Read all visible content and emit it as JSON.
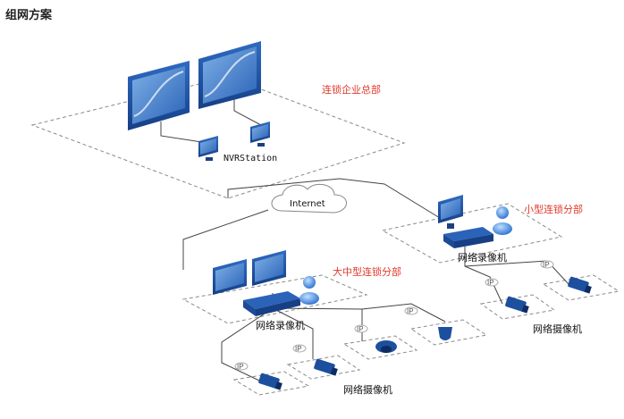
{
  "title": "组网方案",
  "zones": {
    "hq": "连锁企业总部",
    "large_branch": "大中型连锁分部",
    "small_branch": "小型连锁分部"
  },
  "labels": {
    "nvr_station": "NVRStation",
    "internet": "Internet",
    "recorder_large": "网络录像机",
    "recorder_small": "网络录像机",
    "camera_large": "网络摄像机",
    "camera_small": "网络摄像机",
    "ip": "IP"
  },
  "colors": {
    "monitor_blue": "#1b4fa3",
    "zone_label_red": "#e0392b",
    "dashed_line": "#888888"
  }
}
